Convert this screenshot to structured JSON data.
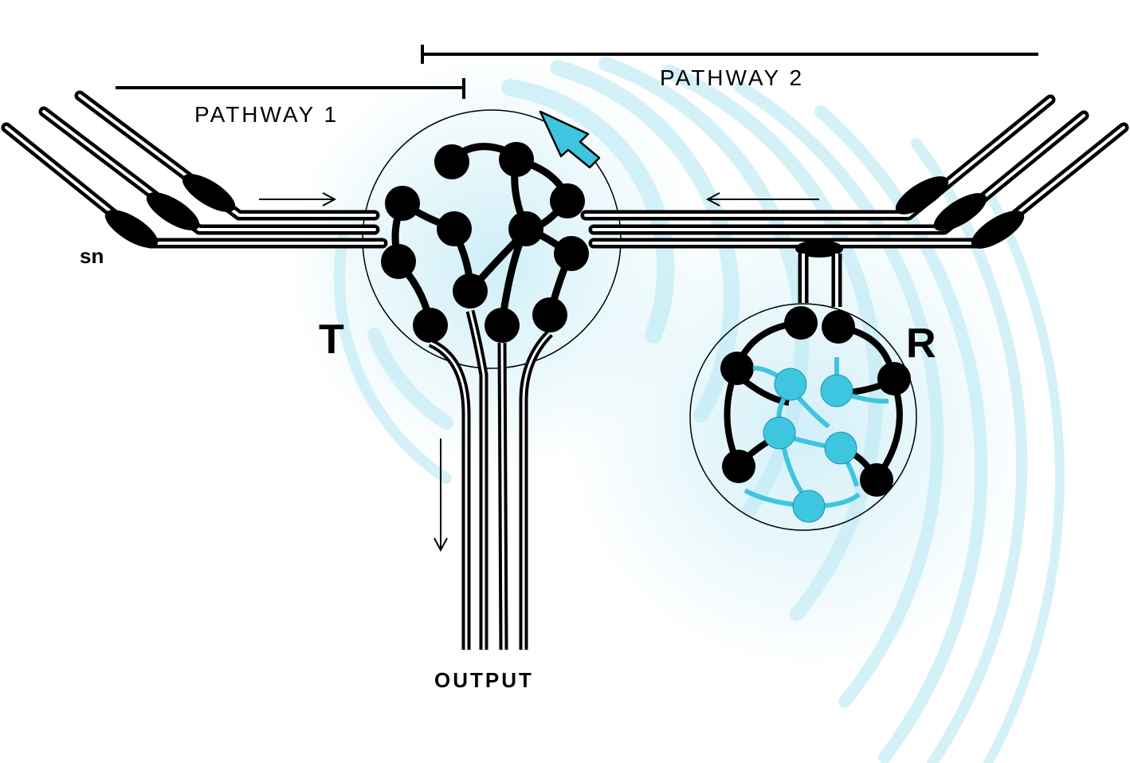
{
  "labels": {
    "pathway_1": "PATHWAY 1",
    "pathway_2": "PATHWAY 2",
    "sensory_neurons": "sn",
    "region_t": "T",
    "region_r": "R",
    "output": "OUTPUT"
  },
  "icons": {
    "signal_arrow": "block-arrow-icon",
    "flow_arrow": "thin-arrow-icon"
  },
  "colors": {
    "ink": "#000000",
    "highlight": "#3ec5e0",
    "glow": "#bfe9f4",
    "background": "#ffffff"
  }
}
